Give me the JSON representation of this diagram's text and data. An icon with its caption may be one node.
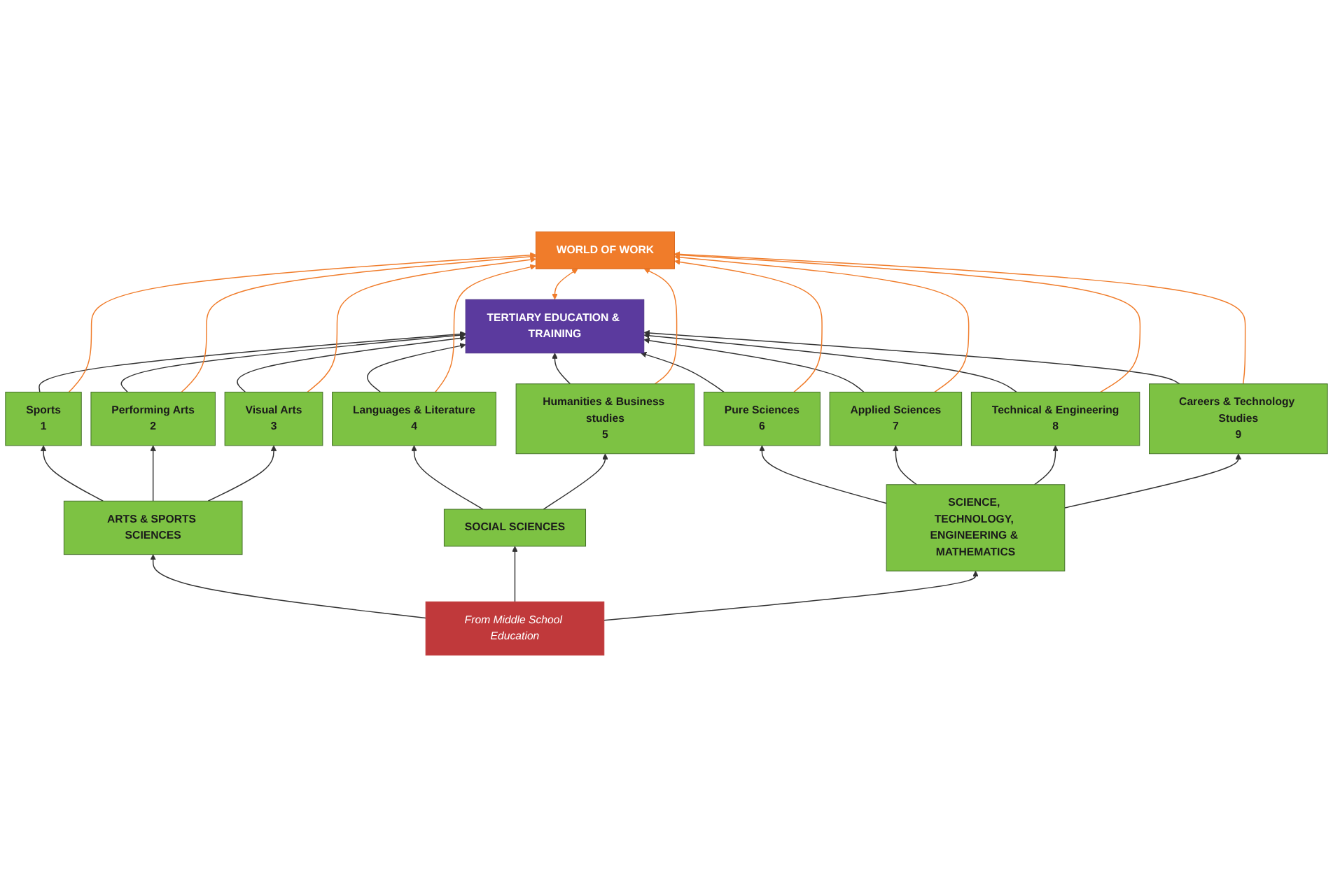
{
  "diagram": {
    "nodes": [
      {
        "text": [
          "WORLD OF WORK"
        ]
      },
      {
        "text": [
          "TERTIARY EDUCATION & TRAINING"
        ]
      },
      {
        "text": [
          "Sports",
          "1"
        ]
      },
      {
        "text": [
          "Performing Arts",
          "2"
        ]
      },
      {
        "text": [
          "Visual Arts",
          "3"
        ]
      },
      {
        "text": [
          "Languages & Literature",
          "4"
        ]
      },
      {
        "text": [
          "Humanities & Business studies",
          "5"
        ]
      },
      {
        "text": [
          "Pure Sciences",
          "6"
        ]
      },
      {
        "text": [
          "Applied Sciences",
          "7"
        ]
      },
      {
        "text": [
          "Technical & Engineering",
          "8"
        ]
      },
      {
        "text": [
          "Careers & Technology Studies",
          "9"
        ]
      },
      {
        "text": [
          "ARTS & SPORTS SCIENCES"
        ]
      },
      {
        "text": [
          "SOCIAL SCIENCES"
        ]
      },
      {
        "text": [
          "SCIENCE, TECHNOLOGY, ENGINEERING & MATHEMATICS"
        ]
      },
      {
        "text": [
          "From Middle School Education"
        ]
      }
    ],
    "edges": [
      {
        "from": 1,
        "to": 0,
        "arrow": "both",
        "color": "#f07c2a"
      },
      {
        "from": 2,
        "to": 1,
        "arrow": "to"
      },
      {
        "from": 3,
        "to": 1,
        "arrow": "to"
      },
      {
        "from": 4,
        "to": 1,
        "arrow": "to"
      },
      {
        "from": 5,
        "to": 1,
        "arrow": "to"
      },
      {
        "from": 6,
        "to": 1,
        "arrow": "to"
      },
      {
        "from": 7,
        "to": 1,
        "arrow": "to"
      },
      {
        "from": 8,
        "to": 1,
        "arrow": "to"
      },
      {
        "from": 9,
        "to": 1,
        "arrow": "to"
      },
      {
        "from": 10,
        "to": 1,
        "arrow": "to"
      },
      {
        "from": 2,
        "to": 0,
        "arrow": "to",
        "color": "#f07c2a"
      },
      {
        "from": 3,
        "to": 0,
        "arrow": "to",
        "color": "#f07c2a"
      },
      {
        "from": 4,
        "to": 0,
        "arrow": "to",
        "color": "#f07c2a"
      },
      {
        "from": 5,
        "to": 0,
        "arrow": "to",
        "color": "#f07c2a"
      },
      {
        "from": 6,
        "to": 0,
        "arrow": "to",
        "color": "#f07c2a"
      },
      {
        "from": 7,
        "to": 0,
        "arrow": "to",
        "color": "#f07c2a"
      },
      {
        "from": 8,
        "to": 0,
        "arrow": "to",
        "color": "#f07c2a"
      },
      {
        "from": 9,
        "to": 0,
        "arrow": "to",
        "color": "#f07c2a"
      },
      {
        "from": 10,
        "to": 0,
        "arrow": "to",
        "color": "#f07c2a"
      },
      {
        "from": 11,
        "to": 2,
        "arrow": "to"
      },
      {
        "from": 11,
        "to": 3,
        "arrow": "to"
      },
      {
        "from": 11,
        "to": 4,
        "arrow": "to"
      },
      {
        "from": 12,
        "to": 5,
        "arrow": "to"
      },
      {
        "from": 12,
        "to": 6,
        "arrow": "to"
      },
      {
        "from": 13,
        "to": 7,
        "arrow": "to"
      },
      {
        "from": 13,
        "to": 8,
        "arrow": "to"
      },
      {
        "from": 13,
        "to": 9,
        "arrow": "to"
      },
      {
        "from": 13,
        "to": 10,
        "arrow": "to"
      },
      {
        "from": 14,
        "to": 11,
        "arrow": "to"
      },
      {
        "from": 14,
        "to": 12,
        "arrow": "to"
      },
      {
        "from": 14,
        "to": 13,
        "arrow": "to"
      }
    ]
  }
}
